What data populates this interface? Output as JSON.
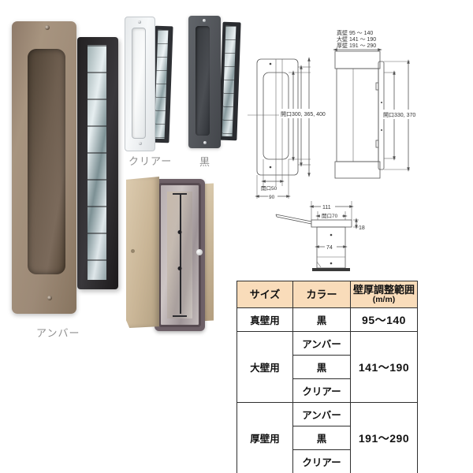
{
  "page": {
    "background": "#ffffff"
  },
  "products": {
    "amber": {
      "label": "アンバー",
      "plate_color": "#9b8775",
      "recess_color": "#675748"
    },
    "clear": {
      "label": "クリアー",
      "plate_color": "#eef0f2"
    },
    "black": {
      "label": "黒",
      "plate_color": "#55585d"
    },
    "open_unit": {
      "door_color": "#ccb999",
      "frame_color": "#6d6067"
    }
  },
  "diagram": {
    "line_color": "#555555",
    "notes": [
      "真壁  95 〜 140",
      "大壁 141 〜 190",
      "厚壁 191 〜 290"
    ],
    "front": {
      "height_label": "開口300, 365, 400",
      "opening_width_label": "開口50",
      "plate_width_label": "90"
    },
    "side": {
      "height_label": "開口330, 370"
    },
    "top": {
      "width_label": "111",
      "opening_label": "開口70",
      "plate_thickness_label": "18",
      "inner_width_label": "74"
    }
  },
  "spec_table": {
    "header_bg": "#f9dcba",
    "columns": [
      "サイズ",
      "カラー"
    ],
    "range_header": {
      "title": "壁厚調整範囲",
      "unit": "(m/m)"
    },
    "rows": [
      {
        "size": "真壁用",
        "colors": [
          "黒"
        ],
        "range": "95〜140"
      },
      {
        "size": "大壁用",
        "colors": [
          "アンバー",
          "黒",
          "クリアー"
        ],
        "range": "141〜190"
      },
      {
        "size": "厚壁用",
        "colors": [
          "アンバー",
          "黒",
          "クリアー"
        ],
        "range": "191〜290"
      }
    ]
  }
}
